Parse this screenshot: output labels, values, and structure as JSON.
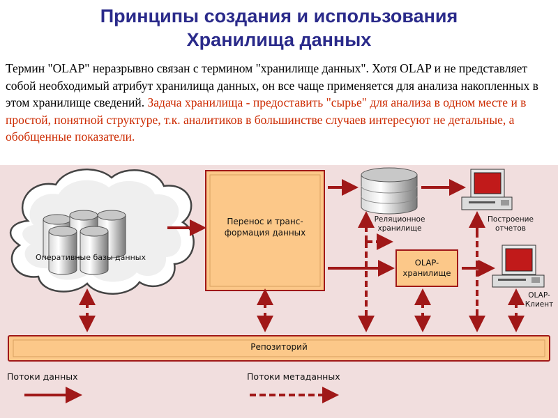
{
  "title": {
    "line1": "Принципы создания и использования",
    "line2": "Хранилища данных"
  },
  "intro": {
    "part1": "Термин \"OLAP\" неразрывно связан с термином \"хранилище данных\". Хотя OLAP и не представляет собой необходимый атрибут хранилища данных, он все чаще применяется для анализа накопленных в этом хранилище сведений. ",
    "part2": "Задача хранилища - предоставить \"сырье\" для анализа в одном месте и в простой, понятной структуре, т.к. аналитиков в большинстве случаев интересуют не детальные, а обобщенные показатели."
  },
  "diagram": {
    "operational_db": "Оперативные базы данных",
    "transform_line1": "Перенос и транс-",
    "transform_line2": "формация данных",
    "relational_line1": "Реляционное",
    "relational_line2": "хранилище",
    "olap_store_line1": "OLAP-",
    "olap_store_line2": "хранилище",
    "reports_line1": "Построение",
    "reports_line2": "отчетов",
    "olap_client_line1": "OLAP-",
    "olap_client_line2": "Клиент",
    "repository": "Репозиторий",
    "legend_data": "Потоки данных",
    "legend_meta": "Потоки метаданных"
  },
  "colors": {
    "title": "#2a2a8a",
    "highlight_text": "#cc2a00",
    "arrow": "#a01818",
    "diagram_bg": "#f1dede",
    "box_fill": "#fcc889",
    "screen": "#c11a1a"
  }
}
